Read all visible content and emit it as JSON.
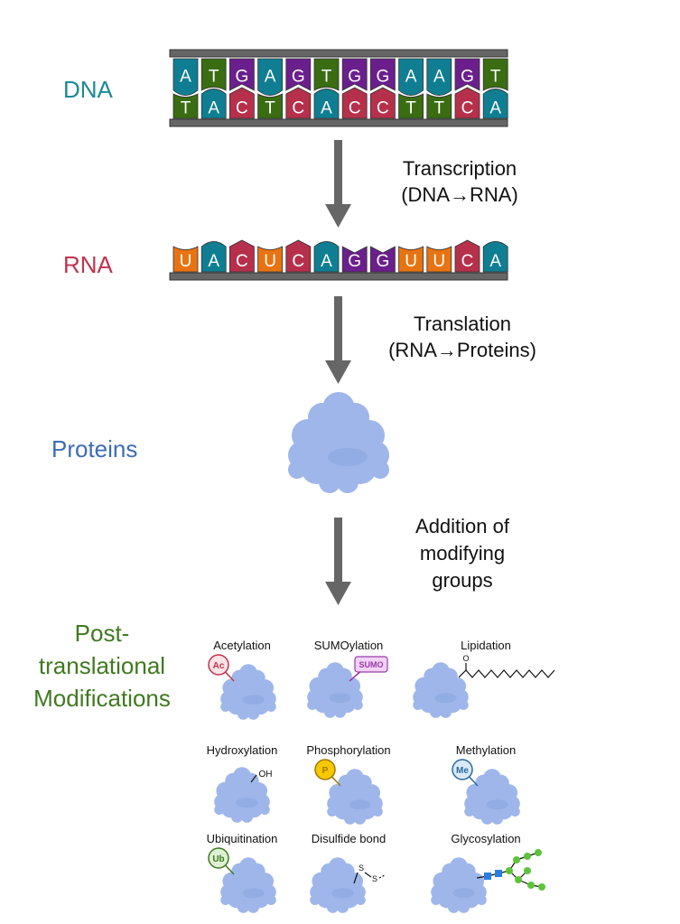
{
  "labels": {
    "dna": "DNA",
    "rna": "RNA",
    "proteins": "Proteins",
    "ptm": [
      "Post-",
      "translational",
      "Modifications"
    ]
  },
  "steps": [
    {
      "line1": "Transcription",
      "line2": "(DNA→RNA)"
    },
    {
      "line1": "Translation",
      "line2": "(RNA→Proteins)"
    },
    {
      "line1": "Addition of",
      "line2": "modifying",
      "line3": "groups"
    }
  ],
  "dna": {
    "top": "ATGAGTGGAAGT",
    "bottom": "TACTCACCTTCA"
  },
  "rna": {
    "strand": "UACUCAGGUUCA"
  },
  "colors": {
    "A": "#0f7e93",
    "T": "#3a6c12",
    "G": "#6b1f8c",
    "C": "#b6304b",
    "U": "#e77410",
    "backbone": "#666666",
    "protein": "#9fb6ea",
    "arrow": "#666666",
    "dna_label": "#1b8a9a",
    "rna_label": "#c0344c",
    "protein_label": "#3b6db5",
    "ptm_label": "#3f7a1f"
  },
  "ptms": [
    {
      "name": "Acetylation",
      "tag": "Ac",
      "kind": "circle",
      "color": "#c0344c",
      "fill": "#fbe3e6"
    },
    {
      "name": "SUMOylation",
      "tag": "SUMO",
      "kind": "box",
      "color": "#9b3aa8",
      "fill": "#f1d3f5"
    },
    {
      "name": "Lipidation",
      "tag": "O",
      "kind": "lipid"
    },
    {
      "name": "Hydroxylation",
      "tag": "OH",
      "kind": "oh"
    },
    {
      "name": "Phosphorylation",
      "tag": "P",
      "kind": "circle",
      "color": "#a07800",
      "fill": "#f7c800"
    },
    {
      "name": "Methylation",
      "tag": "Me",
      "kind": "circle",
      "color": "#2a6ba0",
      "fill": "#dbe9f7"
    },
    {
      "name": "Ubiquitination",
      "tag": "Ub",
      "kind": "circle",
      "color": "#3f7a1f",
      "fill": "#dff0d4"
    },
    {
      "name": "Disulfide bond",
      "tag": "S",
      "kind": "ss"
    },
    {
      "name": "Glycosylation",
      "tag": "",
      "kind": "glyco"
    }
  ]
}
